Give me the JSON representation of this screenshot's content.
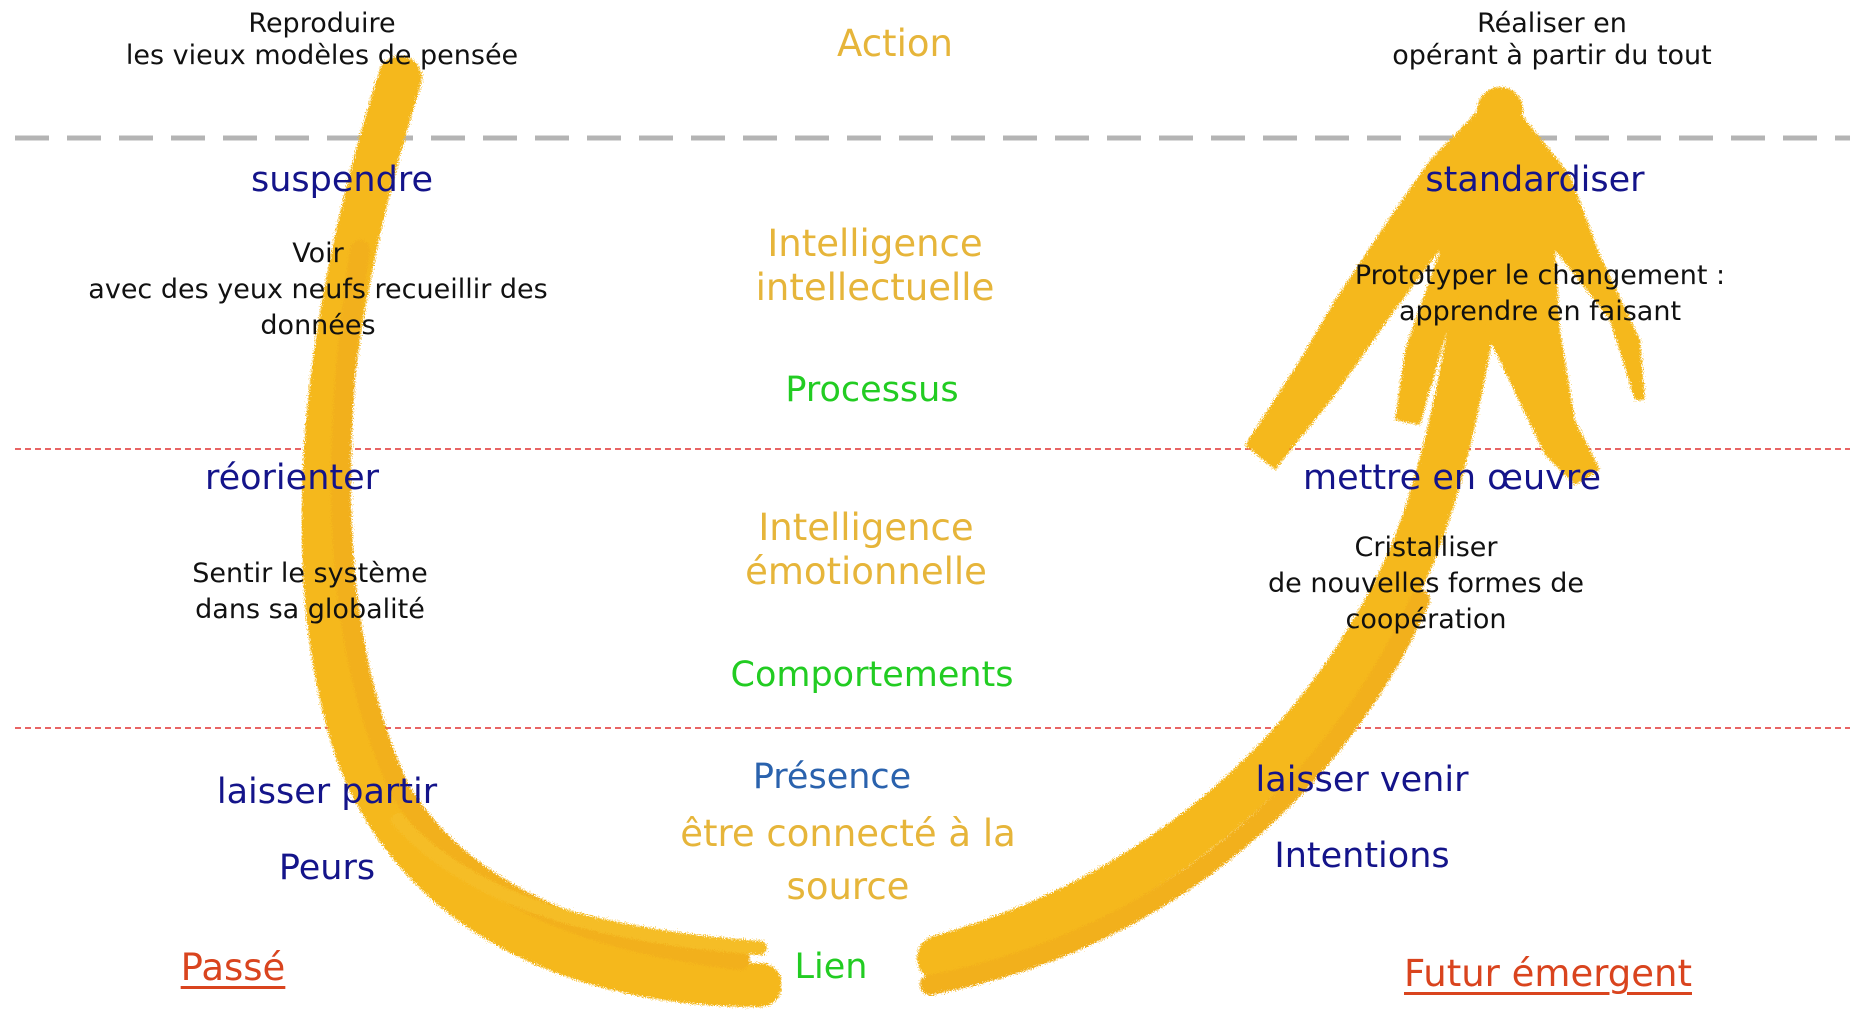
{
  "colors": {
    "arrow": "#f5b81c",
    "arrow_dark": "#e8a20f",
    "dashed_gray": "#b4b4b4",
    "dashed_red": "#e03030",
    "label_black": "#111111",
    "label_gold": "#e6b53a",
    "label_navy": "#14148a",
    "label_green": "#22cc22",
    "label_blue": "#2a62ad",
    "label_orange": "#d9441e"
  },
  "top": {
    "left_lines": [
      "Reproduire",
      "les vieux modèles de pensée"
    ],
    "center": "Action",
    "right_lines": [
      "Réaliser en",
      "opérant à partir du tout"
    ]
  },
  "level1": {
    "left_verb": "suspendre",
    "left_desc_lines": [
      "Voir",
      "avec des yeux neufs recueillir des",
      "données"
    ],
    "center_lines": [
      "Intelligence",
      "intellectuelle"
    ],
    "center_sub": "Processus",
    "right_verb": "standardiser",
    "right_desc_lines": [
      "Prototyper le changement :",
      "apprendre en faisant"
    ]
  },
  "level2": {
    "left_verb": "réorienter",
    "left_desc_lines": [
      "Sentir  le système",
      "dans sa globalité"
    ],
    "center_lines": [
      "Intelligence",
      "émotionnelle"
    ],
    "center_sub": "Comportements",
    "right_verb": "mettre en œuvre",
    "right_desc_lines": [
      "Cristalliser",
      "de nouvelles formes de",
      "coopération"
    ]
  },
  "level3": {
    "left_verb": "laisser partir",
    "left_sub": "Peurs",
    "center_title": "Présence",
    "center_lines": [
      "être connecté à la",
      "source"
    ],
    "right_verb": "laisser venir",
    "right_sub": "Intentions"
  },
  "bottom": {
    "left": "Passé",
    "center": "Lien",
    "right": "Futur émergent"
  }
}
